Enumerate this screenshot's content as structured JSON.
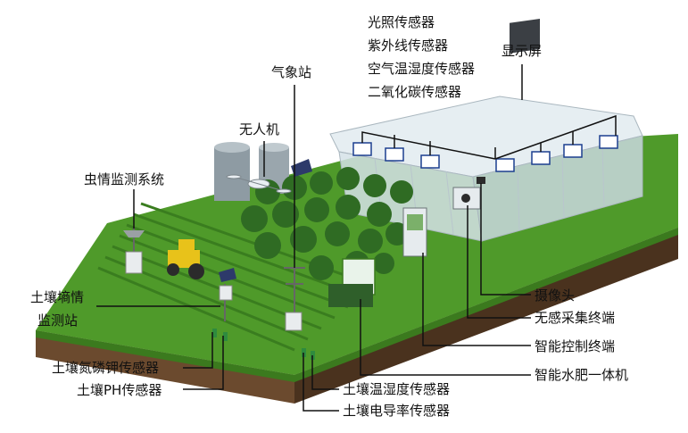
{
  "labels": {
    "light_sensor": "光照传感器",
    "uv_sensor": "紫外线传感器",
    "air_temp_humidity_sensor": "空气温湿度传感器",
    "co2_sensor": "二氧化碳传感器",
    "display_screen": "显示屏",
    "weather_station": "气象站",
    "drone": "无人机",
    "pest_monitoring": "虫情监测系统",
    "soil_moisture_station_line1": "土壤墒情",
    "soil_moisture_station_line2": "监测站",
    "soil_npk_sensor": "土壤氮磷钾传感器",
    "soil_ph_sensor": "土壤PH传感器",
    "soil_temp_humidity_sensor": "土壤温湿度传感器",
    "soil_conductivity_sensor": "土壤电导率传感器",
    "camera": "摄像头",
    "wireless_collection_terminal": "无感采集终端",
    "smart_control_terminal": "智能控制终端",
    "smart_fertigation_machine": "智能水肥一体机"
  },
  "colors": {
    "grass": "#4f9a2a",
    "grass_dark": "#3b7a1e",
    "soil": "#6b4a2e",
    "soil_dark": "#4a321e",
    "greenhouse": "#dfe9ee",
    "tree": "#2f6b23",
    "tractor": "#e8c21a",
    "leader_line": "#111111"
  }
}
